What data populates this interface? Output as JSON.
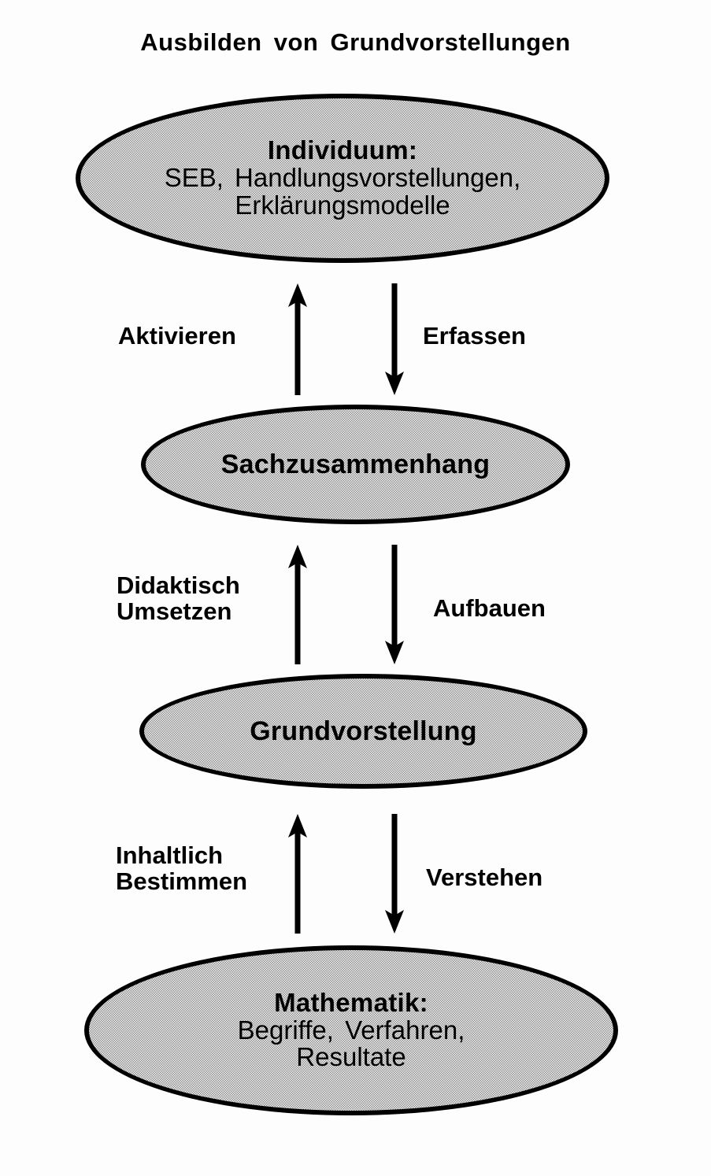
{
  "title": "Ausbilden von Grundvorstellungen",
  "colors": {
    "ink": "#000000",
    "ellipse_fill": "#cfcfcf",
    "background": "#ffffff"
  },
  "nodes": [
    {
      "id": "individuum",
      "head": "Individuum:",
      "line2": "SEB,  Handlungsvorstellungen,",
      "line3": "Erklärungsmodelle"
    },
    {
      "id": "sachzusammenhang",
      "head": "Sachzusammenhang"
    },
    {
      "id": "grundvorstellung",
      "head": "Grundvorstellung"
    },
    {
      "id": "mathematik",
      "head": "Mathematik:",
      "line2": "Begriffe,  Verfahren,",
      "line3": "Resultate"
    }
  ],
  "edges": [
    {
      "id": "aktivieren",
      "label": "Aktivieren",
      "direction": "up",
      "side": "left",
      "from": "sachzusammenhang",
      "to": "individuum"
    },
    {
      "id": "erfassen",
      "label": "Erfassen",
      "direction": "down",
      "side": "right",
      "from": "individuum",
      "to": "sachzusammenhang"
    },
    {
      "id": "didaktisch",
      "label_line1": "Didaktisch",
      "label_line2": "Umsetzen",
      "direction": "up",
      "side": "left",
      "from": "grundvorstellung",
      "to": "sachzusammenhang"
    },
    {
      "id": "aufbauen",
      "label": "Aufbauen",
      "direction": "down",
      "side": "right",
      "from": "sachzusammenhang",
      "to": "grundvorstellung"
    },
    {
      "id": "inhaltlich",
      "label_line1": "Inhaltlich",
      "label_line2": "Bestimmen",
      "direction": "up",
      "side": "left",
      "from": "mathematik",
      "to": "grundvorstellung"
    },
    {
      "id": "verstehen",
      "label": "Verstehen",
      "direction": "down",
      "side": "right",
      "from": "grundvorstellung",
      "to": "mathematik"
    }
  ]
}
